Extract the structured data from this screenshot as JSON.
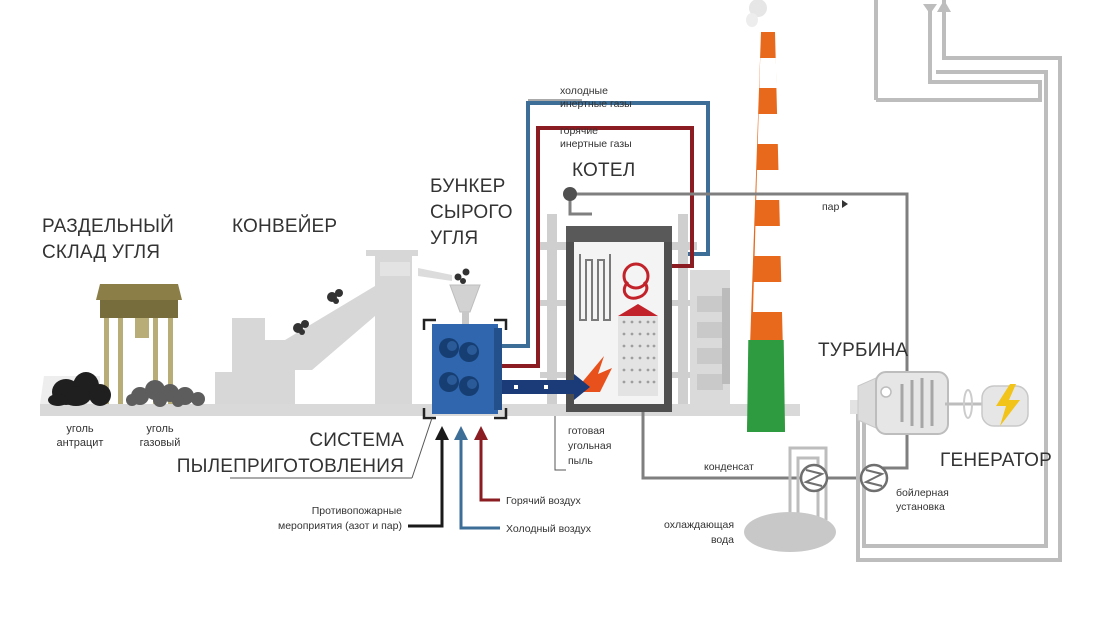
{
  "labels": {
    "coal_store": [
      "РАЗДЕЛЬНЫЙ",
      "СКЛАД УГЛЯ"
    ],
    "conveyor": "КОНВЕЙЕР",
    "bunker": [
      "БУНКЕР",
      "СЫРОГО",
      "УГЛЯ"
    ],
    "boiler": "КОТЕЛ",
    "turbine": "ТУРБИНА",
    "generator": "ГЕНЕРАТОР",
    "prep_system": [
      "СИСТЕМА",
      "ПЫЛЕПРИГОТОВЛЕНИЯ"
    ],
    "coal_anthracite": [
      "уголь",
      "антрацит"
    ],
    "coal_gas": [
      "уголь",
      "газовый"
    ],
    "cold_inert": [
      "холодные",
      "инертные газы"
    ],
    "hot_inert": [
      "горячие",
      "инертные газы"
    ],
    "steam": "пар",
    "ready_dust": [
      "готовая",
      "угольная",
      "пыль"
    ],
    "condensate": "конденсат",
    "hot_air": "Горячий воздух",
    "cold_air": "Холодный воздух",
    "fire_measures": [
      "Противопожарные",
      "мероприятия (азот и пар)"
    ],
    "cooling_water": [
      "охлаждающая",
      "вода"
    ],
    "boiler_unit": [
      "бойлерная",
      "установка"
    ]
  },
  "colors": {
    "blue_pipe": "#3c6e97",
    "red_pipe": "#8a1c22",
    "grey_pipe": "#7f7f7f",
    "light_grey": "#d9d9d9",
    "mill_blue": "#2f66ad",
    "chimney_orange": "#e8681c",
    "chimney_green": "#2e9b40",
    "coal_dark": "#222222",
    "yellow": "#f2c318"
  }
}
